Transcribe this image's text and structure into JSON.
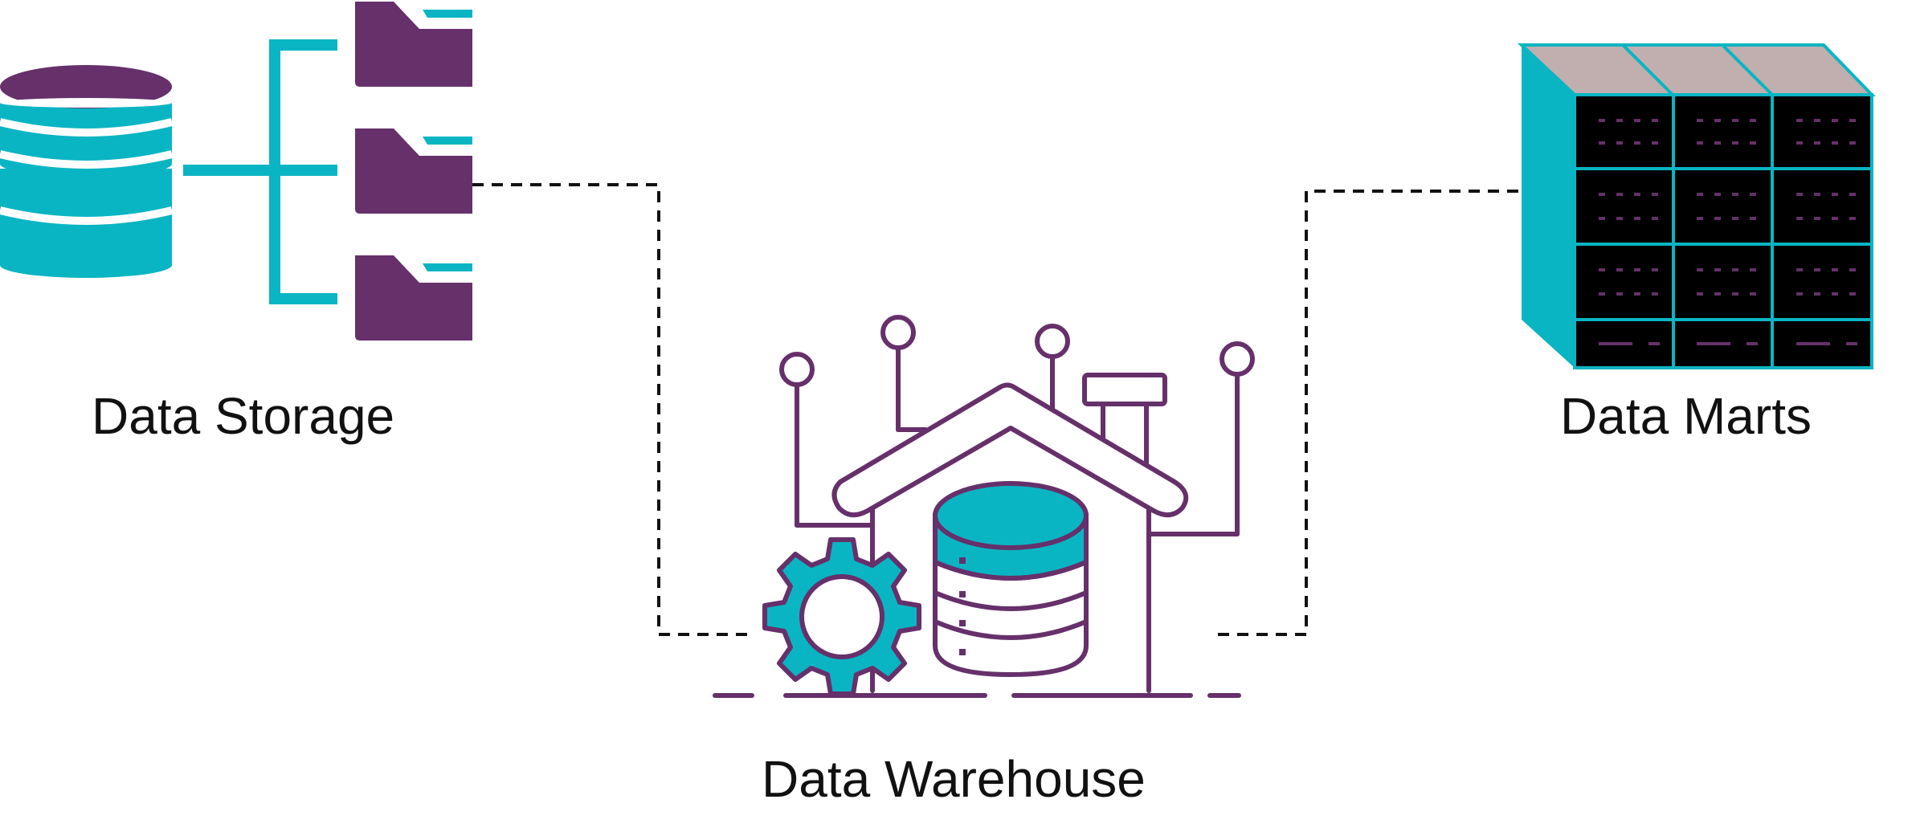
{
  "labels": {
    "storage": "Data Storage",
    "warehouse": "Data Warehouse",
    "marts": "Data Marts"
  },
  "colors": {
    "purple": "#66306B",
    "teal": "#0AB5C3",
    "cube_top": "#C1AEAF",
    "cube_face": "#000000",
    "connector": "#111111"
  },
  "icons": {
    "storage": [
      "database-icon",
      "folder-tree-icon",
      "folder-icon"
    ],
    "warehouse": [
      "house-icon",
      "gear-icon",
      "database-icon",
      "chimney-icon",
      "antenna-icon"
    ],
    "marts": [
      "data-cube-icon"
    ]
  }
}
